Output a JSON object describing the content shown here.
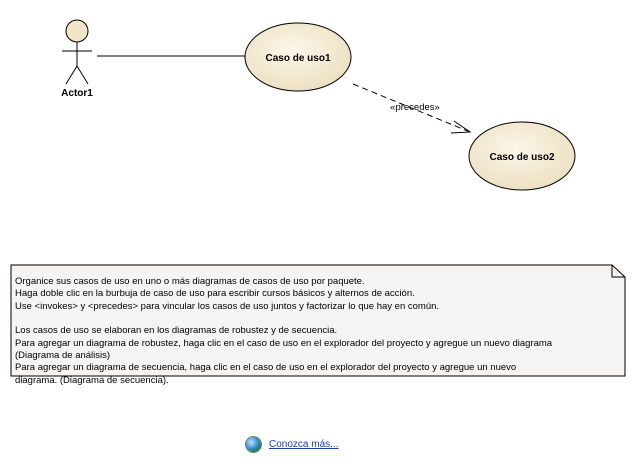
{
  "actor": {
    "name": "Actor1"
  },
  "use_cases": [
    {
      "label": "Caso de uso1"
    },
    {
      "label": "Caso de uso2"
    }
  ],
  "relationship": {
    "stereotype": "«precedes»"
  },
  "note": {
    "lines": [
      "Organice sus casos de uso en uno o más diagramas de casos de uso por paquete.",
      "Haga doble clic en la burbuja de caso de uso para escribir cursos básicos y alternos de acción.",
      "Use <invokes> y <precedes> para vincular los casos de uso juntos y factorizar lo que hay en común.",
      "",
      "Los casos de uso se elaboran en los diagramas de robustez y de secuencia.",
      "Para agregar un diagrama de robustez, haga clic en el caso de uso en el explorador del proyecto y agregue un nuevo diagrama",
      "(Diagrama de análisis)",
      "Para agregar un diagrama de secuencia, haga clic en el caso de uso en el explorador del proyecto y agregue un nuevo",
      "diagrama. (Diagrama de secuencia)."
    ]
  },
  "learn_more": {
    "label": "Conozca más...",
    "icon": "globe-icon"
  },
  "colors": {
    "usecase_fill": "#f4ebd4",
    "note_fill": "#f6f4f2",
    "link": "#1a3ea8"
  }
}
